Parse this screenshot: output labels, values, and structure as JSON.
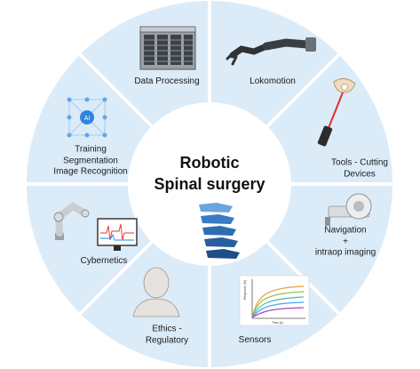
{
  "center": {
    "title_line1": "Robotic",
    "title_line2": "Spinal surgery"
  },
  "segments": [
    {
      "id": "data-processing",
      "label_lines": [
        "Data Processing"
      ],
      "icon": "server-rack-icon"
    },
    {
      "id": "lokomotion",
      "label_lines": [
        "Lokomotion"
      ],
      "icon": "robotic-arm-icon"
    },
    {
      "id": "tools",
      "label_lines": [
        "Tools - Cutting",
        "Devices"
      ],
      "icon": "laser-tool-icon"
    },
    {
      "id": "navigation",
      "label_lines": [
        "Navigation",
        "+",
        "intraop imaging"
      ],
      "icon": "ct-scanner-icon"
    },
    {
      "id": "sensors",
      "label_lines": [
        "Sensors"
      ],
      "icon": "response-chart-icon"
    },
    {
      "id": "ethics",
      "label_lines": [
        "Ethics -",
        "Regulatory"
      ],
      "icon": "human-bust-icon"
    },
    {
      "id": "cybernetics",
      "label_lines": [
        "Cybernetics"
      ],
      "icon": "robot-arm-monitor-icon"
    },
    {
      "id": "training",
      "label_lines": [
        "Training",
        "Segmentation",
        "Image Recognition"
      ],
      "icon": "ai-network-icon"
    }
  ],
  "sensor_chart": {
    "ylabel": "Response (%)",
    "xlabel": "Time (s)"
  },
  "colors": {
    "segment_fill": "#dcebf8",
    "divider": "#ffffff",
    "center_fill": "#ffffff",
    "spine_blue": "#3a7cc2"
  }
}
